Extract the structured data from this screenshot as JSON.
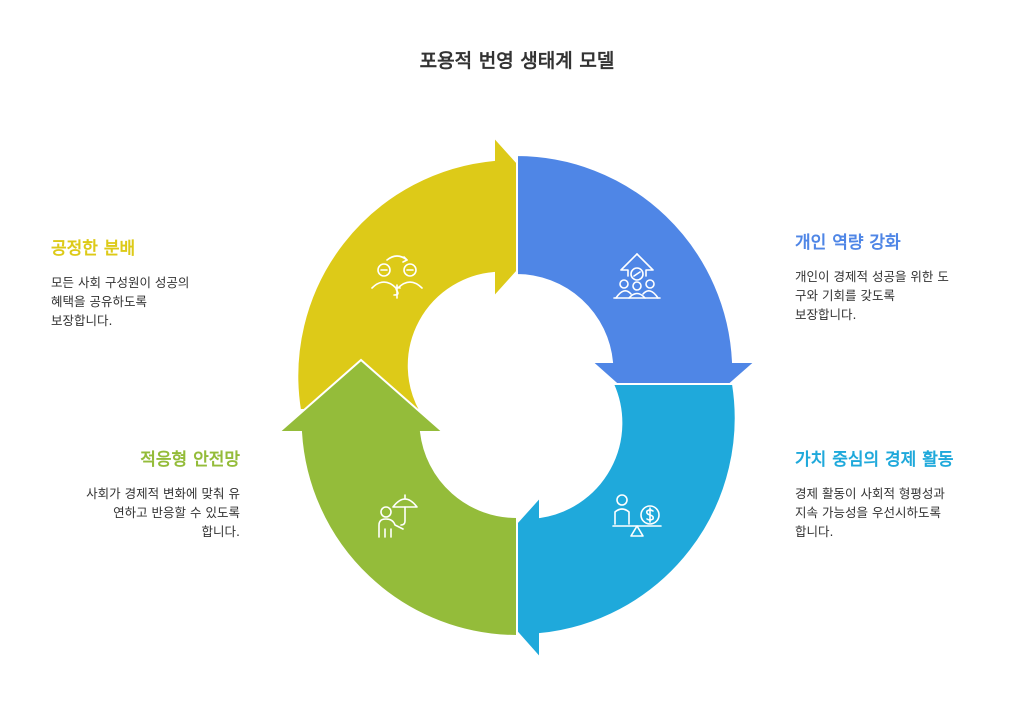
{
  "title": "포용적 번영 생태계 모델",
  "colors": {
    "blue": "#4F86E6",
    "cyan": "#1FA9DB",
    "green": "#94BC3A",
    "yellow": "#DDCA18",
    "text": "#333333"
  },
  "segments": [
    {
      "heading": "개인 역량 강화",
      "text": "개인이 경제적 성공을 위한 도\n구와 기회를 갖도록\n보장합니다.",
      "color": "#4F86E6",
      "icon": "people-growth-icon"
    },
    {
      "heading": "가치 중심의 경제 활동",
      "text": "경제 활동이 사회적 형평성과\n지속 가능성을 우선시하도록\n합니다.",
      "color": "#1FA9DB",
      "icon": "person-balance-money-icon"
    },
    {
      "heading": "적응형 안전망",
      "text": "사회가 경제적 변화에 맞춰 유\n연하고 반응할 수 있도록\n합니다.",
      "color": "#94BC3A",
      "icon": "person-umbrella-icon"
    },
    {
      "heading": "공정한 분배",
      "text": "모든 사회 구성원이 성공의\n혜택을 공유하도록\n보장합니다.",
      "color": "#DDCA18",
      "icon": "shared-money-icon"
    }
  ]
}
